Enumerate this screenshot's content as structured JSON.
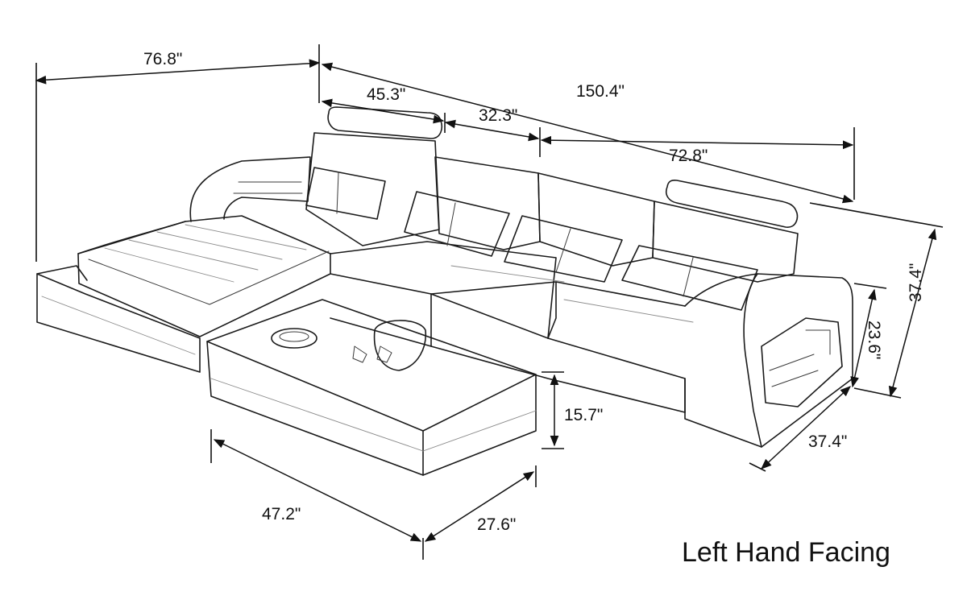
{
  "dimensions": {
    "chaise_length": "76.8\"",
    "total_width": "150.4\"",
    "chaise_seat_width": "45.3\"",
    "middle_seat_width": "32.3\"",
    "right_section_width": "72.8\"",
    "overall_depth": "37.4\"",
    "arm_height": "23.6\"",
    "back_height": "37.4\"",
    "table_height": "15.7\"",
    "table_length": "47.2\"",
    "table_depth": "27.6\""
  },
  "caption": "Left Hand Facing",
  "colors": {
    "line": "#1a1a1a",
    "background": "#ffffff"
  }
}
